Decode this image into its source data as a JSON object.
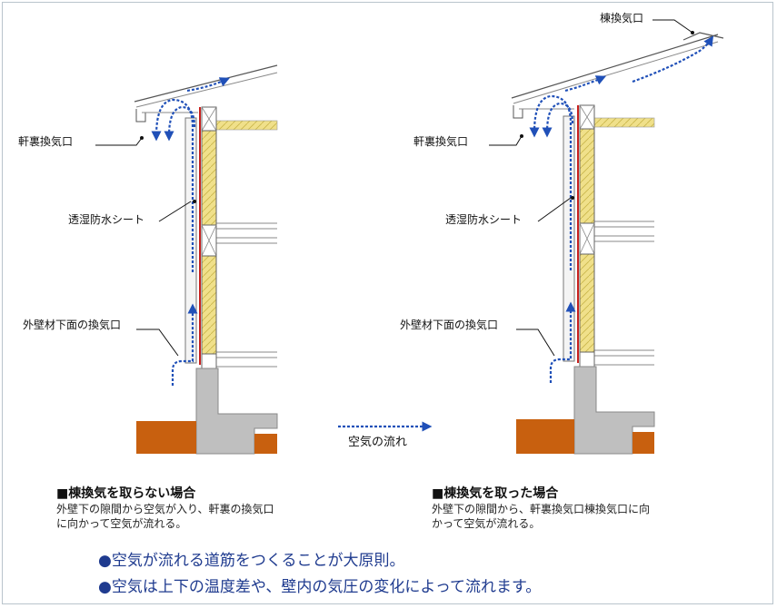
{
  "labels": {
    "left_eave_vent": "軒裏換気口",
    "left_sheet": "透湿防水シート",
    "left_bottom_vent": "外壁材下面の換気口",
    "right_ridge_vent": "棟換気口",
    "right_eave_vent": "軒裏換気口",
    "right_sheet": "透湿防水シート",
    "right_bottom_vent": "外壁材下面の換気口",
    "legend_airflow": "空気の流れ"
  },
  "captions": {
    "left_title": "■棟換気を取らない場合",
    "left_body_1": "外壁下の隙間から空気が入り、軒裏の換気口",
    "left_body_2": "に向かって空気が流れる。",
    "right_title": "■棟換気を取った場合",
    "right_body_1": "外壁下の隙間から、軒裏換気口棟換気口に向",
    "right_body_2": "かって空気が流れる。"
  },
  "bullets": {
    "b1": "空気が流れる道筋をつくることが大原則。",
    "b2": "空気は上下の温度差や、壁内の気圧の変化によって流れます。"
  },
  "colors": {
    "airflow": "#2050b8",
    "membrane": "#c8201e",
    "insulation": "#f0e08a",
    "foundation": "#bfbfbf",
    "ground": "#c8600f",
    "text_accent": "#1f3b8f"
  }
}
